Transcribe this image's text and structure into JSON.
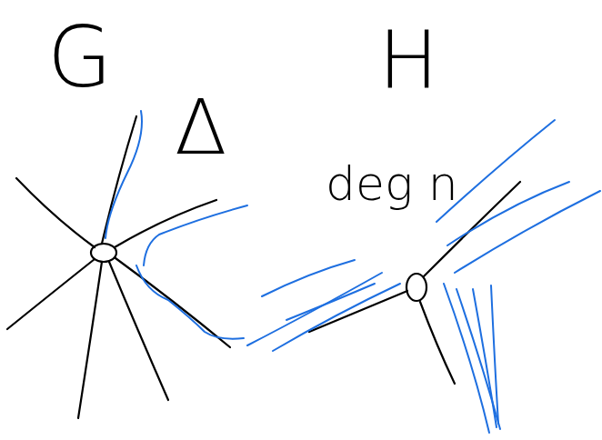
{
  "diagram": {
    "labels": [
      "G",
      "Δ",
      "H",
      "deg n"
    ]
  }
}
